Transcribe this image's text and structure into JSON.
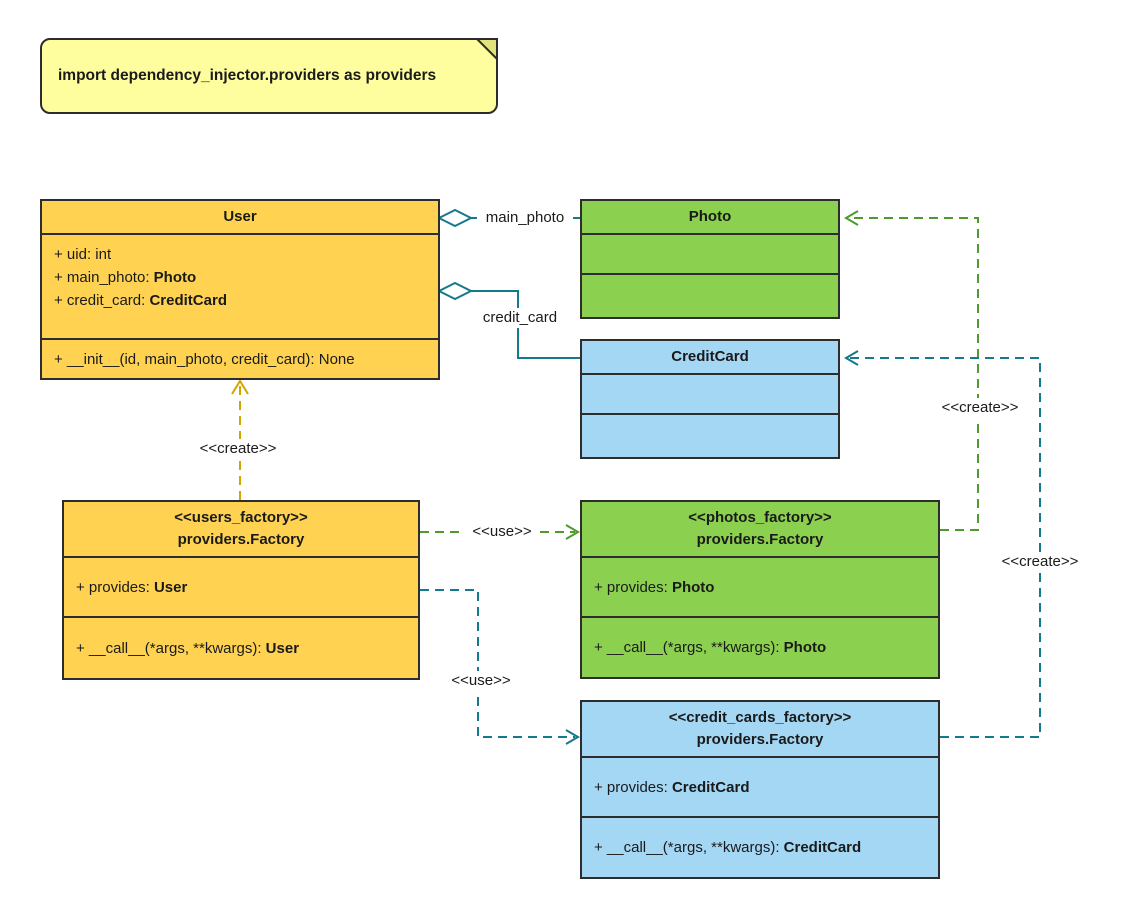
{
  "note": {
    "text": "import dependency_injector.providers as providers"
  },
  "classes": {
    "user": {
      "title": "User",
      "attributes": [
        {
          "text": "+ uid: int",
          "type": ""
        },
        {
          "text": "+ main_photo: ",
          "type": "Photo"
        },
        {
          "text": "+ credit_card: ",
          "type": "CreditCard"
        }
      ],
      "methods": [
        {
          "text": "+ __init__(id, main_photo, credit_card): None",
          "type": ""
        }
      ]
    },
    "photo": {
      "title": "Photo"
    },
    "credit_card": {
      "title": "CreditCard"
    },
    "users_factory": {
      "stereotype": "<<users_factory>>",
      "name": "providers.Factory",
      "attributes": [
        {
          "text": "+ provides: ",
          "type": "User"
        }
      ],
      "methods": [
        {
          "text": "+ __call__(*args, **kwargs): ",
          "type": "User"
        }
      ]
    },
    "photos_factory": {
      "stereotype": "<<photos_factory>>",
      "name": "providers.Factory",
      "attributes": [
        {
          "text": "+ provides: ",
          "type": "Photo"
        }
      ],
      "methods": [
        {
          "text": "+ __call__(*args, **kwargs): ",
          "type": "Photo"
        }
      ]
    },
    "credit_cards_factory": {
      "stereotype": "<<credit_cards_factory>>",
      "name": "providers.Factory",
      "attributes": [
        {
          "text": "+ provides: ",
          "type": "CreditCard"
        }
      ],
      "methods": [
        {
          "text": "+ __call__(*args, **kwargs): ",
          "type": "CreditCard"
        }
      ]
    }
  },
  "edges": {
    "main_photo": {
      "label": "main_photo"
    },
    "credit_card": {
      "label": "credit_card"
    },
    "create_user": {
      "label": "<<create>>"
    },
    "use_photos": {
      "label": "<<use>>"
    },
    "use_credit_cards": {
      "label": "<<use>>"
    },
    "create_photo": {
      "label": "<<create>>"
    },
    "create_credit_card": {
      "label": "<<create>>"
    }
  },
  "colors": {
    "yellow_fill": "#FFD351",
    "green_fill": "#8CD04F",
    "blue_fill": "#A4D7F4",
    "note_fill": "#FEFE9E",
    "border": "#2D2D2D",
    "teal_line": "#15788C",
    "green_line": "#4E9A2E",
    "gold_line": "#D2A500"
  }
}
